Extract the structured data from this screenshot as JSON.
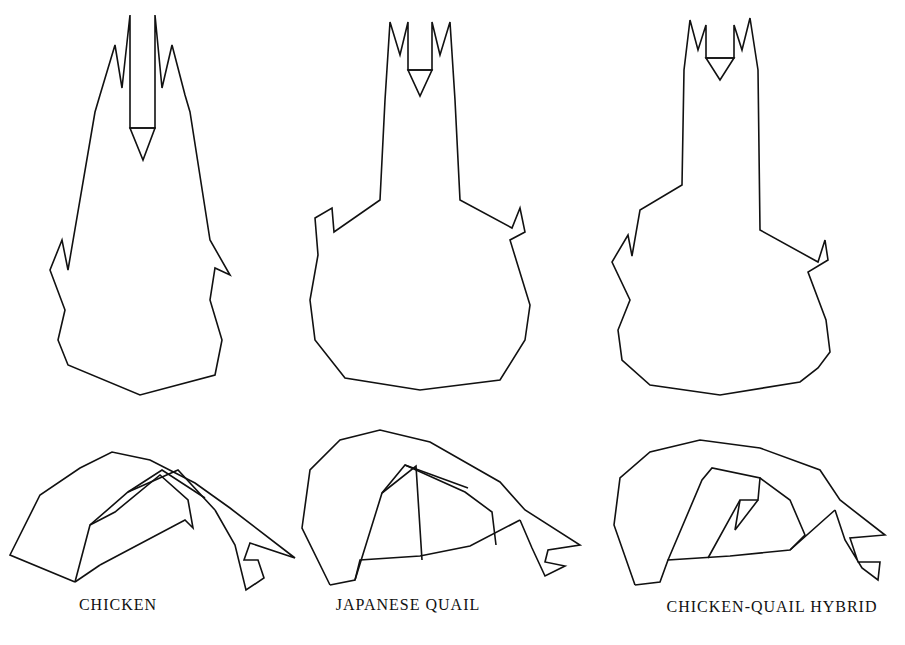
{
  "diagram": {
    "labels": [
      "CHICKEN",
      "JAPANESE QUAIL",
      "CHICKEN-QUAIL HYBRID"
    ]
  }
}
